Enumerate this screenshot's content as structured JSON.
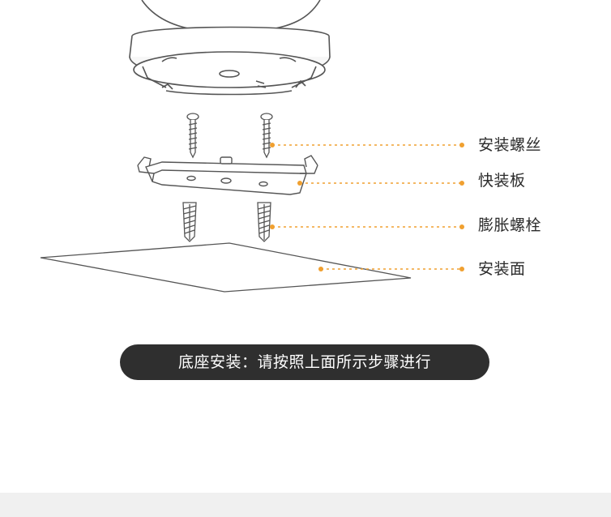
{
  "labels": {
    "screw": "安装螺丝",
    "quick_plate": "快装板",
    "anchor": "膨胀螺栓",
    "surface": "安装面"
  },
  "caption": "底座安装：请按照上面所示步骤进行",
  "colors": {
    "accent": "#f0a030",
    "stroke": "#555555",
    "caption_bg": "#2f2f2f"
  }
}
